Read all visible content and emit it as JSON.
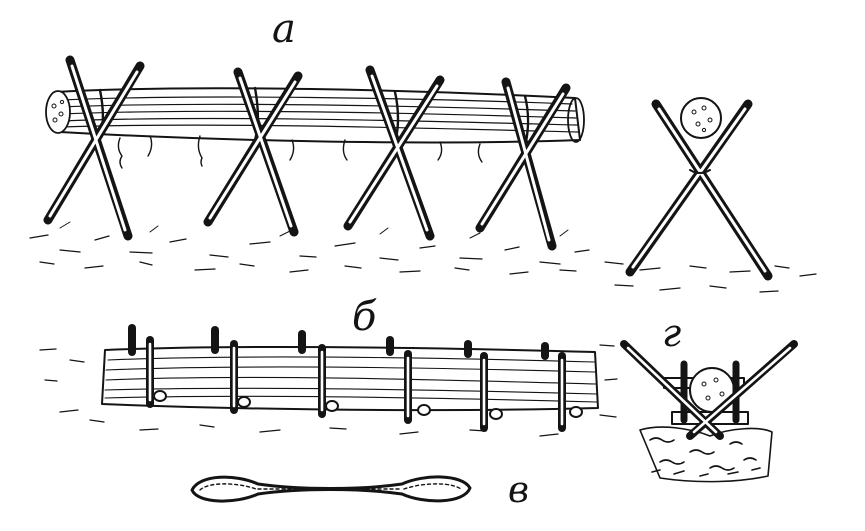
{
  "labels": {
    "a": "а",
    "b": "б",
    "v": "в",
    "g": "г"
  },
  "colors": {
    "ink": "#141414",
    "paper": "#ffffff"
  }
}
